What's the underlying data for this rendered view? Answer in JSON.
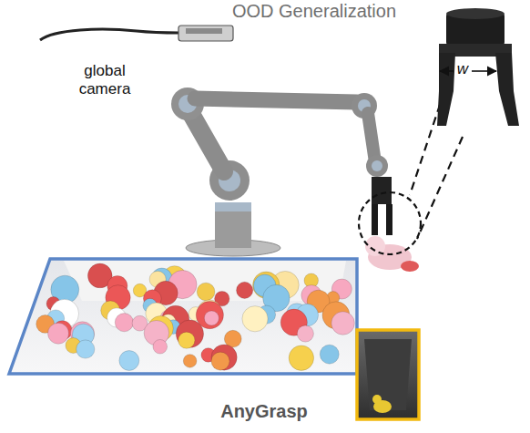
{
  "diagram": {
    "title": "OOD Generalization",
    "caption": "AnyGrasp",
    "labels": [
      "global camera",
      "w"
    ]
  }
}
